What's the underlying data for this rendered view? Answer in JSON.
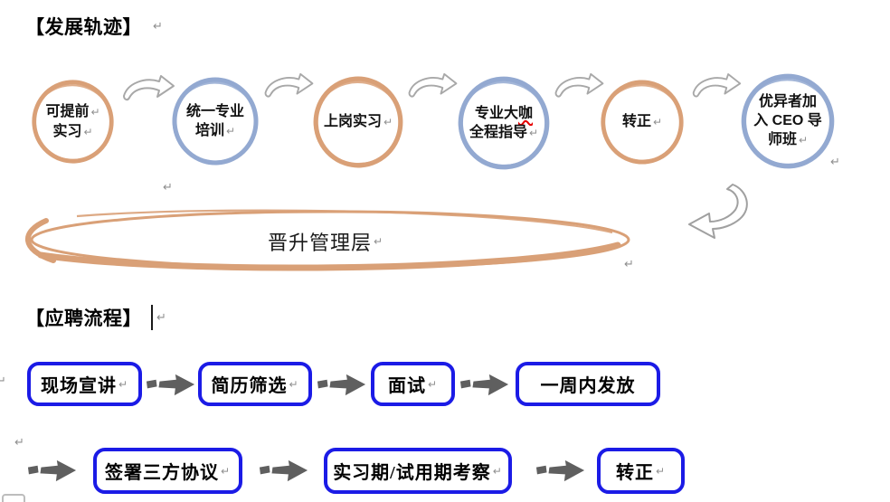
{
  "glyphs": {
    "return_mark": "↵"
  },
  "colors": {
    "ring_orange": "#D9A077",
    "ring_blue": "#93A9D1",
    "box_border_blue": "#1B1BE6",
    "flow_arrow_gray": "#5F5F5F",
    "sketch_arrow_gray": "#A8A8A8",
    "ellipse_orange": "#D9A077",
    "spellcheck_red": "#E60000",
    "paragraph_mark_gray": "#8F8F8F"
  },
  "development": {
    "title": "【发展轨迹】",
    "steps": [
      {
        "ring_color": "#D9A077",
        "lines": [
          "可提前",
          "实习"
        ]
      },
      {
        "ring_color": "#93A9D1",
        "lines": [
          "统一专业",
          "培训"
        ]
      },
      {
        "ring_color": "#D9A077",
        "lines": [
          "上岗实习"
        ]
      },
      {
        "ring_color": "#93A9D1",
        "line1_prefix": "专业大",
        "line1_flagged": "咖",
        "line2": "全程指导"
      },
      {
        "ring_color": "#D9A077",
        "lines": [
          "转正"
        ]
      },
      {
        "ring_color": "#93A9D1",
        "lines": [
          "优异者加",
          "入 CEO 导",
          "师班"
        ]
      }
    ],
    "promotion_label": "晋升管理层"
  },
  "recruitment": {
    "title": "【应聘流程】",
    "row1": [
      "现场宣讲",
      "简历筛选",
      "面试",
      "一周内发放"
    ],
    "row2": [
      "签署三方协议",
      "实习期/试用期考察",
      "转正"
    ]
  }
}
